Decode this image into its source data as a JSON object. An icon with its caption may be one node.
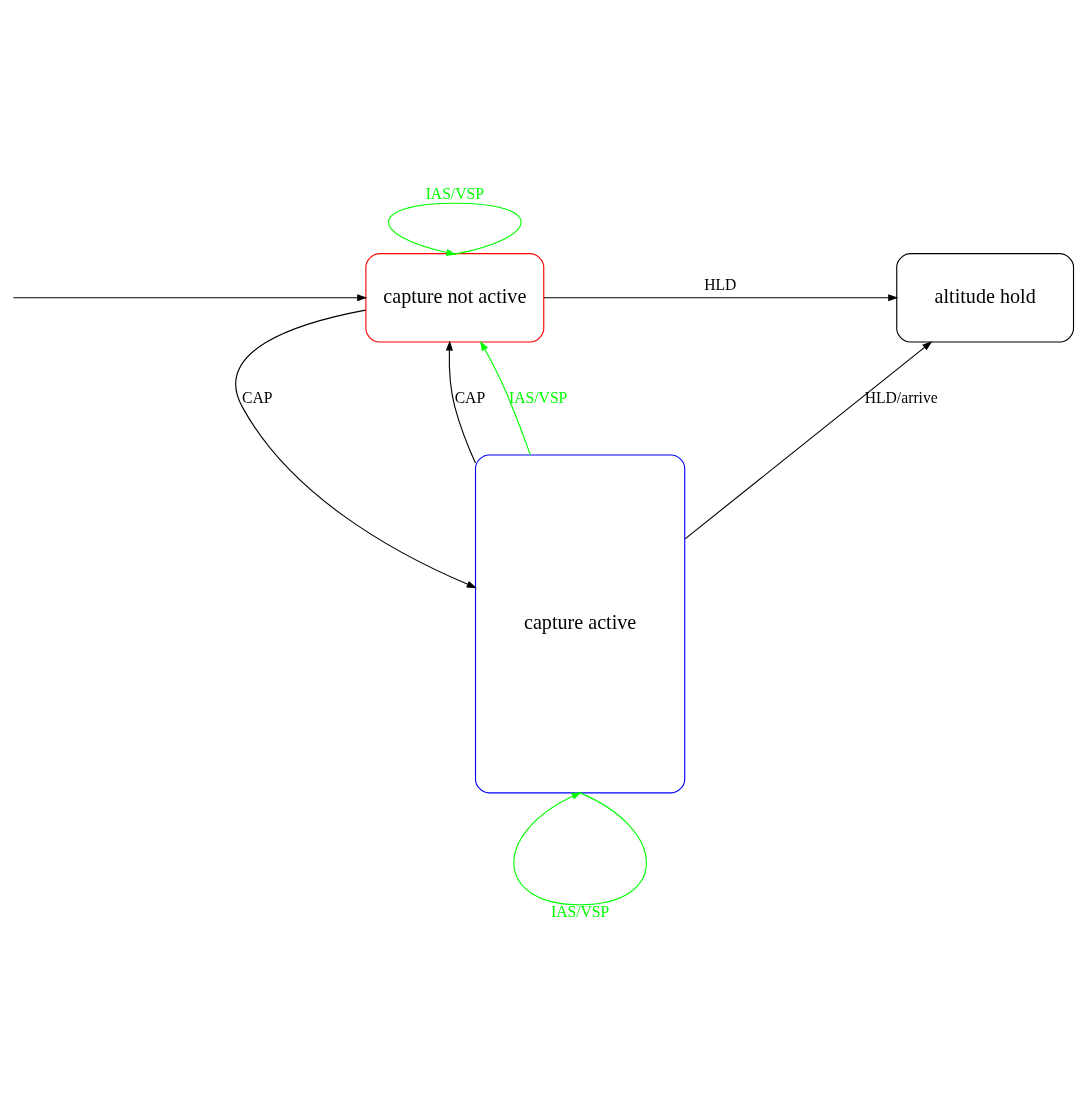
{
  "diagram": {
    "nodes": [
      {
        "text": [
          "capture not active"
        ]
      },
      {
        "text": [
          "altitude hold"
        ]
      },
      {
        "text": [
          "capture active"
        ]
      }
    ],
    "edges": [
      {
        "from": null,
        "to": 0,
        "arrow": "to"
      },
      {
        "from": 0,
        "to": 0,
        "arrow": "to",
        "label": "IAS/VSP",
        "color": "#00ff00"
      },
      {
        "from": 0,
        "to": 1,
        "arrow": "to",
        "label": "HLD"
      },
      {
        "from": 0,
        "to": 2,
        "arrow": "to",
        "label": "CAP"
      },
      {
        "from": 2,
        "to": 0,
        "arrow": "to",
        "label": "CAP"
      },
      {
        "from": 2,
        "to": 0,
        "arrow": "to",
        "label": "IAS/VSP",
        "color": "#00ff00"
      },
      {
        "from": 2,
        "to": 1,
        "arrow": "to",
        "label": "HLD/arrive"
      },
      {
        "from": 2,
        "to": 2,
        "arrow": "to",
        "label": "IAS/VSP",
        "color": "#00ff00"
      }
    ]
  }
}
